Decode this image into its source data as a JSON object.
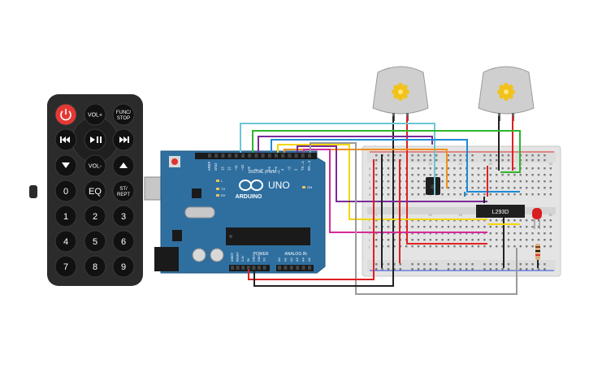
{
  "remote": {
    "buttons": [
      "",
      "VOL+",
      "FUNC/\nSTOP",
      "",
      "",
      "",
      "",
      "VOL-",
      "",
      "0",
      "EQ",
      "ST/\nREPT",
      "1",
      "2",
      "3",
      "4",
      "5",
      "6",
      "7",
      "8",
      "9"
    ],
    "power_icon": "power-icon",
    "rewind_icon": "rewind-icon",
    "play_pause_icon": "play-pause-icon",
    "forward_icon": "fast-forward-icon",
    "down_icon": "down-arrow-icon",
    "up_icon": "up-arrow-icon",
    "color_body": "#2b2b2b",
    "color_power": "#e53935"
  },
  "arduino": {
    "brand": "ARDUINO",
    "model": "UNO",
    "digital_label": "DIGITAL (PWM~)",
    "power_label": "POWER",
    "analog_label": "ANALOG IN",
    "pins_top": [
      "AREF",
      "GND",
      "13",
      "12",
      "~11",
      "~10",
      "~9",
      "8",
      "7",
      "~6",
      "~5",
      "4",
      "~3",
      "2",
      "TX→1",
      "RX←0"
    ],
    "pins_power": [
      "IOREF",
      "RESET",
      "3.3V",
      "5V",
      "GND",
      "GND",
      "Vin"
    ],
    "pins_analog": [
      "A0",
      "A1",
      "A2",
      "A3",
      "A4",
      "A5"
    ],
    "leds": [
      "L",
      "TX",
      "RX",
      "ON"
    ],
    "color_board": "#2f6fa0"
  },
  "breadboard": {
    "chip_label": "L293D",
    "column_numbers": [
      "1",
      "5",
      "10",
      "15",
      "20",
      "25",
      "30"
    ],
    "row_letters_top": [
      "a",
      "b",
      "c",
      "d",
      "e"
    ],
    "row_letters_bottom": [
      "f",
      "g",
      "h",
      "i",
      "j"
    ]
  },
  "motors": [
    {
      "name": "motor-left",
      "color": "#cfcfcf"
    },
    {
      "name": "motor-right",
      "color": "#cfcfcf"
    }
  ],
  "wire_colors": {
    "red": "#e02020",
    "black": "#222222",
    "yellow": "#f2d600",
    "green": "#2db52d",
    "blue": "#1e8ad6",
    "cyan": "#6cc6d6",
    "purple": "#7a2a9a",
    "magenta": "#d62a9a",
    "gray": "#9a9a9a",
    "orange": "#f09020"
  }
}
